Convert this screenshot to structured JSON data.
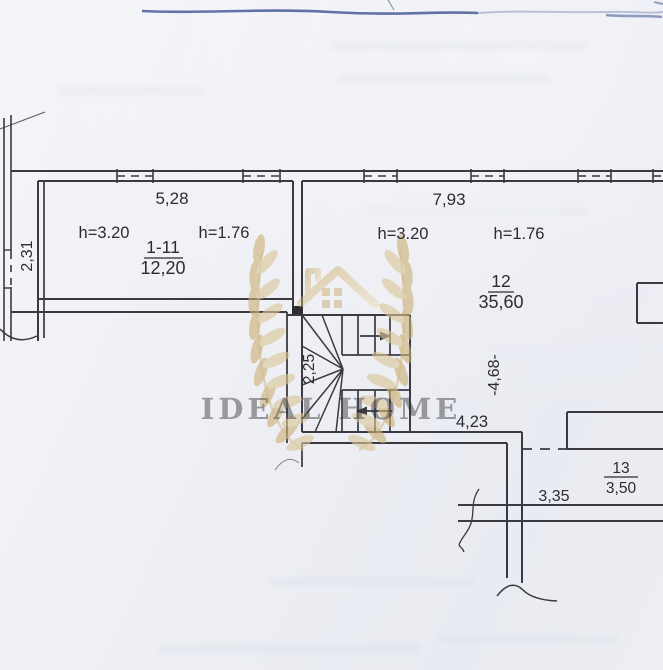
{
  "plan": {
    "left_porch": {
      "width_label": "2,31"
    },
    "left_room": {
      "top_width_label": "5,28",
      "ceiling_height_label": "h=3.20",
      "ledge_height_label": "h=1.76",
      "room_number": "1-11",
      "area_label": "12,20"
    },
    "right_room": {
      "top_width_label": "7,93",
      "ceiling_height_label": "h=3.20",
      "ledge_height_label": "h=1.76",
      "room_number": "12",
      "area_label": "35,60",
      "depth_label": "-4,68-"
    },
    "stairs": {
      "width_label": "2,25"
    },
    "hall": {
      "length_label": "4,23"
    },
    "room_13": {
      "room_number": "13",
      "area_label": "3,50",
      "width_label": "3,35"
    }
  },
  "watermark": {
    "brand_text": "IDEAL HOME"
  },
  "colors": {
    "ink": "#3a3a40",
    "paper": "#eef0f5",
    "watermark_gold": "#d8c292",
    "watermark_text": "#eec63e",
    "pen_blue": "#3d5192"
  }
}
